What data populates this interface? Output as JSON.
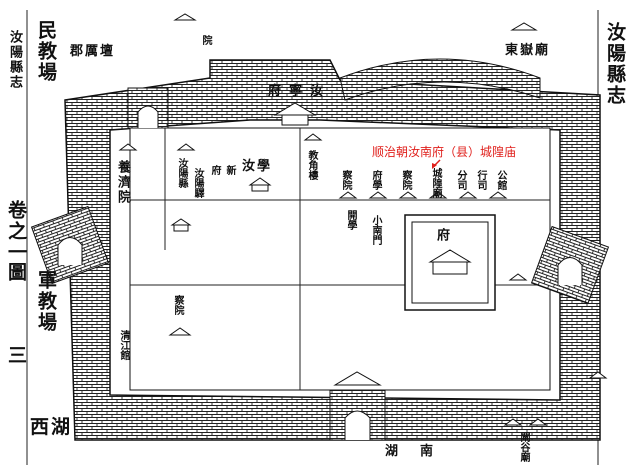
{
  "book": {
    "title": "汝陽縣志",
    "volume": "卷之一",
    "figure": "圖",
    "page": "三",
    "side_note": "汝陽縣志"
  },
  "annotation": {
    "text": "顺治朝汝南府（县）城隍庙",
    "color": "#e0201c"
  },
  "outside_labels": {
    "min_jiaochang": "民教場",
    "jun_li_tan": "郡厲壇",
    "jun_jiaochang": "軍教場",
    "west_lake": "西湖",
    "south_lake": "湖南",
    "dongyue_temple": "東嶽廟",
    "top_temple": "院",
    "bottom_right": "閘谷廟"
  },
  "inside_labels": {
    "prefecture": "府寧汝",
    "yangji_yuan": "養濟院",
    "ruyang_county": "汝陽縣",
    "ruyang_yi": "汝陽驛",
    "xin_a": "新",
    "fu_a": "府",
    "ru_school": "汝學",
    "jiaoshou": "教角樓",
    "temple_row": [
      "察院",
      "府學",
      "城隍廟",
      "察院",
      "分司",
      "行司",
      "公館"
    ],
    "kaiwu": "開學",
    "shuiyin": "小南門",
    "fangguan": "府",
    "south_temple": "察院",
    "west_temple": "清江館"
  }
}
